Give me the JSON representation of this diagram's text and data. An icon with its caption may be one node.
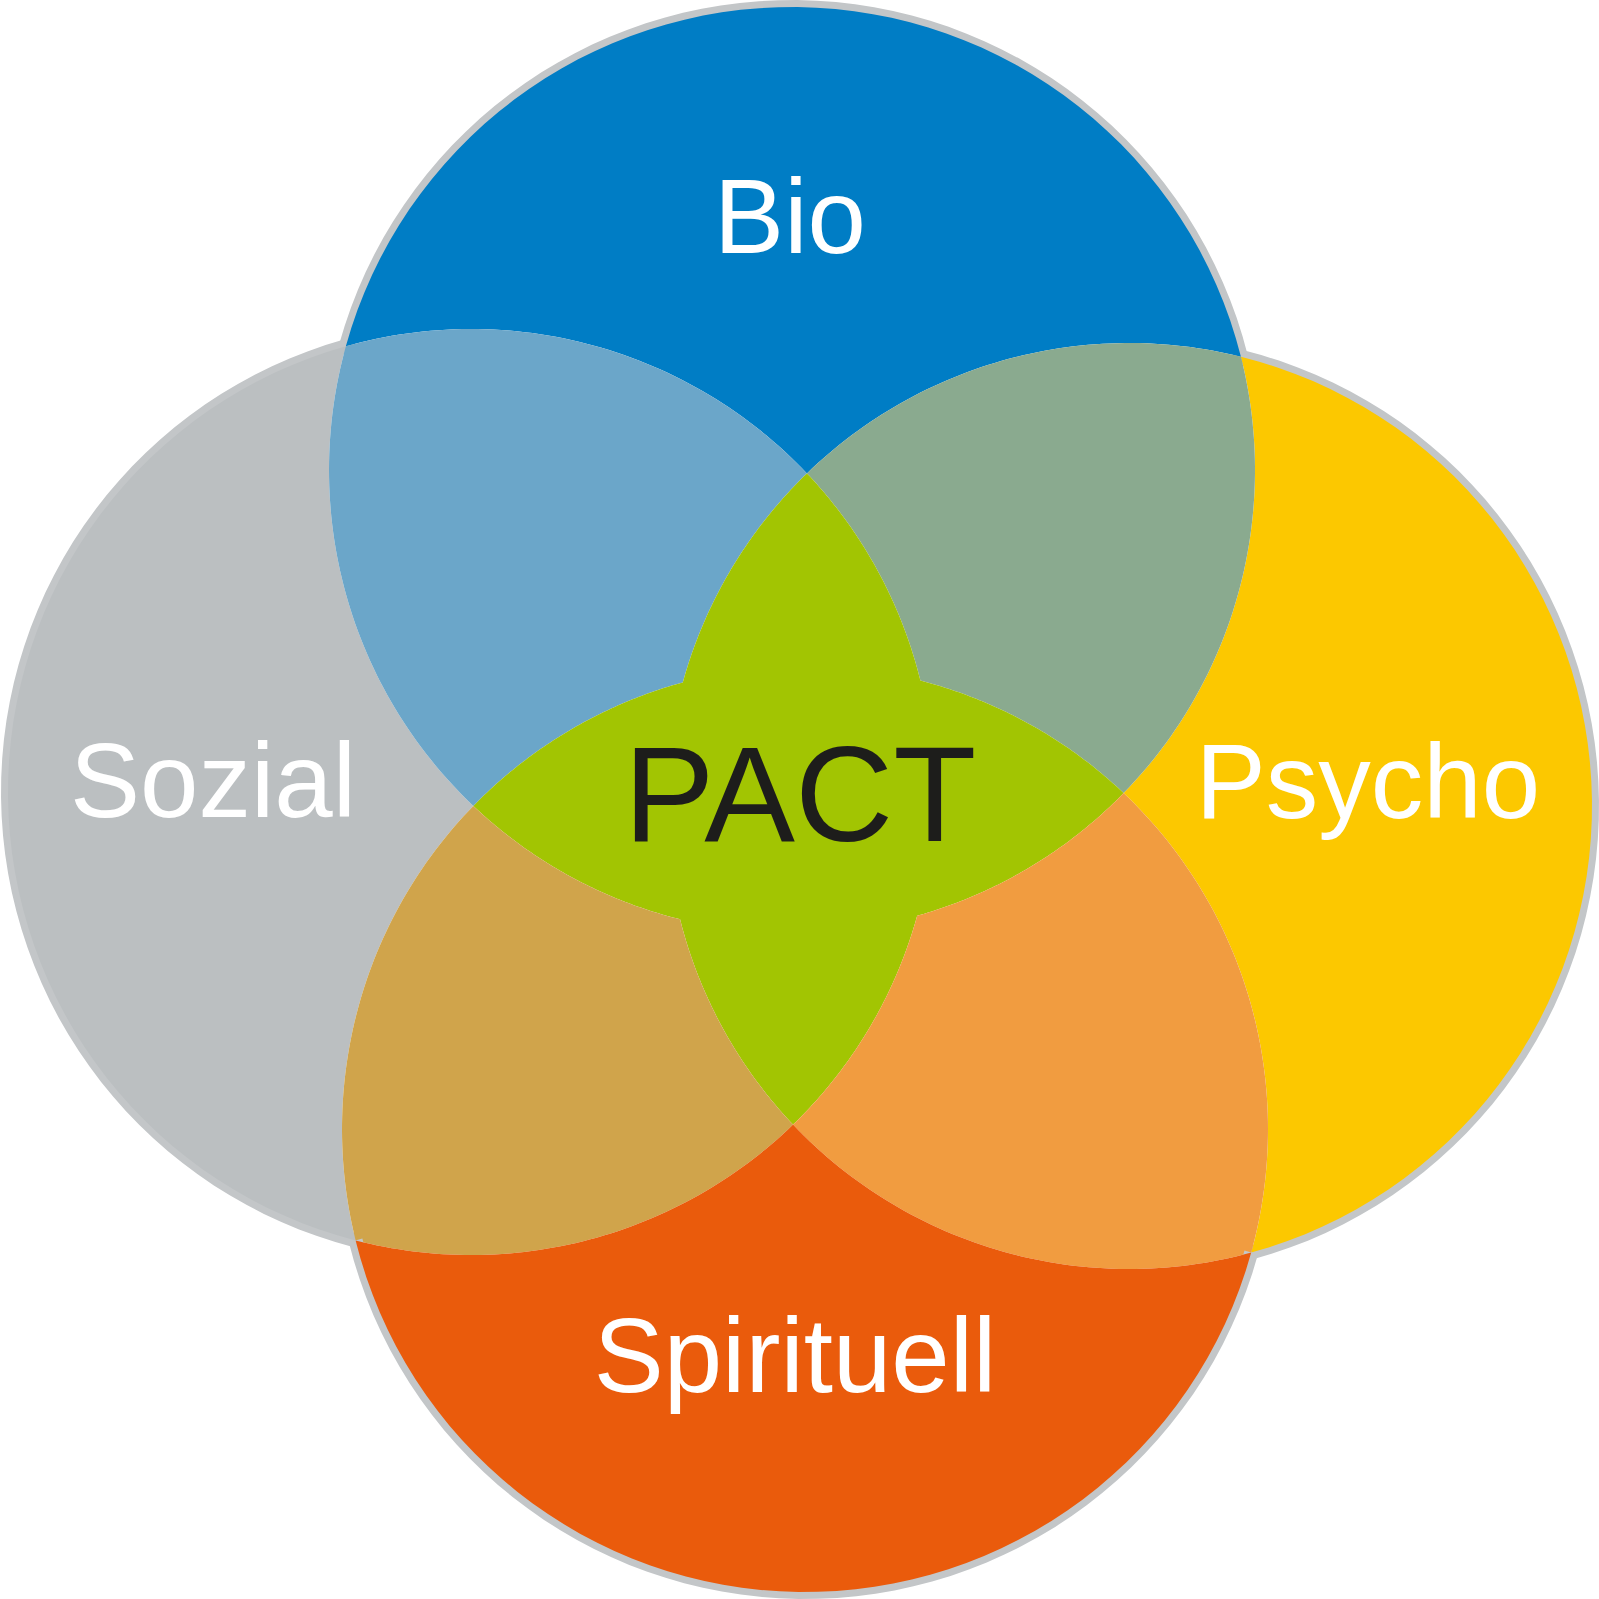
{
  "diagram": {
    "nodes": [
      {
        "text": [
          "Bio"
        ]
      },
      {
        "text": [
          "Sozial"
        ]
      },
      {
        "text": [],
        "shape": "lens"
      },
      {
        "text": [
          "Psycho"
        ]
      },
      {
        "text": [],
        "shape": "lens"
      },
      {
        "text": [
          "PACT"
        ]
      },
      {
        "text": [],
        "shape": "lens"
      },
      {
        "text": [],
        "shape": "lens"
      },
      {
        "text": [
          "Spirituell"
        ]
      }
    ]
  }
}
